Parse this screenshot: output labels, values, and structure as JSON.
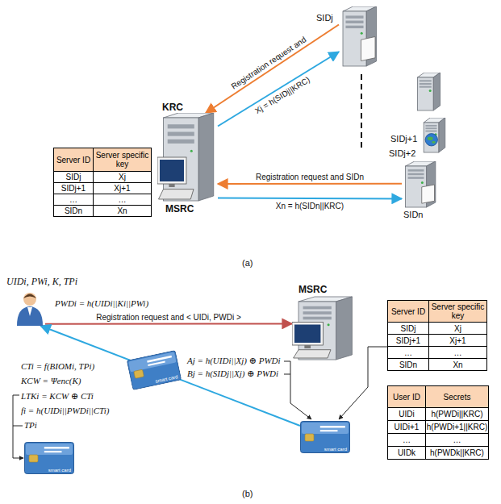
{
  "diagram": {
    "nodes": [
      {
        "text": [
          "KRC",
          "MSRC"
        ]
      },
      {
        "text": [
          "SIDj"
        ]
      },
      {
        "text": [
          "SIDj+1"
        ]
      },
      {
        "text": [
          "SIDj+2"
        ]
      },
      {
        "text": [
          "SIDn"
        ]
      },
      {
        "text": [
          "UIDi, PWi, K, TPi"
        ]
      },
      {
        "text": [
          "MSRC"
        ]
      },
      {
        "text": [
          "smart card"
        ]
      },
      {
        "text": [
          "smart card"
        ]
      },
      {
        "text": [
          "smart card"
        ]
      }
    ],
    "edges": [
      {
        "from": 1,
        "to": 0,
        "label": "Registration request and",
        "arrow": "to"
      },
      {
        "from": 0,
        "to": 1,
        "label": "Xj = h(SIDj||KRC)",
        "arrow": "to"
      },
      {
        "from": 4,
        "to": 0,
        "label": "Registration request and SIDn",
        "arrow": "to"
      },
      {
        "from": 0,
        "to": 4,
        "label": "Xn = h(SIDn||KRC)",
        "arrow": "to"
      },
      {
        "from": 5,
        "to": 6,
        "label": "Registration request and < UIDi, PWDi >",
        "arrow": "to"
      },
      {
        "from": 8,
        "to": 5,
        "arrow": "to"
      }
    ],
    "labels": [
      "Server ID",
      "Server specific key",
      "SIDj",
      "Xj",
      "SIDj+1",
      "Xj+1",
      "…",
      "…",
      "SIDn",
      "Xn",
      "(a)",
      "PWDi = h(UIDi||Ki||PWi)",
      "CTi = f(BIOMi, TPi)",
      "KCW = Ψenc(K)",
      "LTKi = KCW ⊕ CTi",
      "fi = h(UIDi||PWDi||CTi)",
      "TPi",
      "Aj = h(UIDi||Xj) ⊕ PWDi",
      "Bj = h(SIDj||Xj) ⊕ PWDi",
      "Server ID",
      "Server specific key",
      "SIDj",
      "Xj",
      "SIDj+1",
      "Xj+1",
      "…",
      "…",
      "SIDn",
      "Xn",
      "User ID",
      "Secrets",
      "UIDi",
      "h(PWDi||KRC)",
      "UIDi+1",
      "h(PWDi+1||KRC)",
      "…",
      "…",
      "UIDk",
      "h(PWDk||KRC)",
      "(b)"
    ]
  }
}
